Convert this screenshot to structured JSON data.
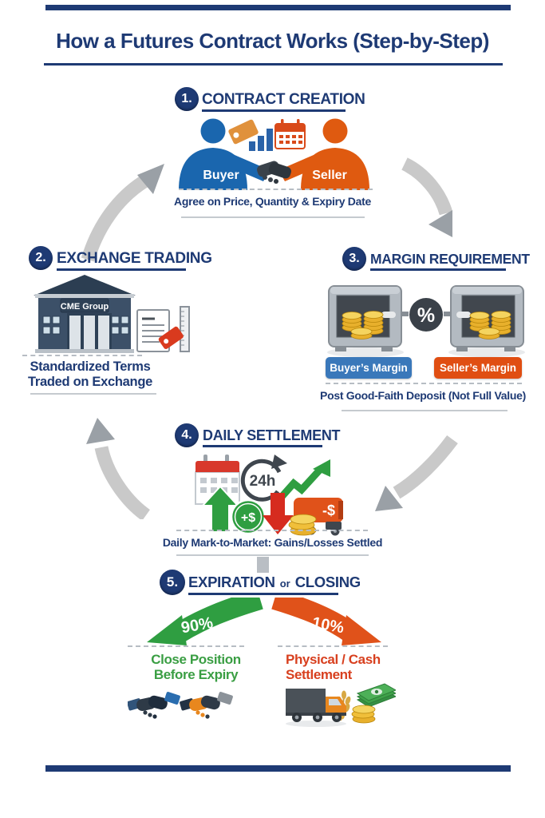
{
  "header": {
    "title": "How a Futures Contract Works (Step-by-Step)"
  },
  "step1": {
    "number": "1.",
    "title": "CONTRACT CREATION",
    "buyer": "Buyer",
    "seller": "Seller",
    "caption": "Agree on Price, Quantity & Expiry Date"
  },
  "step2": {
    "number": "2.",
    "title": "EXCHANGE TRADING",
    "building_sign": "CME Group",
    "caption_line1": "Standardized Terms",
    "caption_line2": "Traded on Exchange"
  },
  "step3": {
    "number": "3.",
    "title": "MARGIN REQUIREMENT",
    "percent": "%",
    "buyer_badge": "Buyer’s Margin",
    "seller_badge": "Seller’s Margin",
    "caption": "Post Good-Faith Deposit (Not Full Value)"
  },
  "step4": {
    "number": "4.",
    "title": "DAILY SETTLEMENT",
    "clock": "24h",
    "gain": "+$",
    "loss": "-$",
    "caption": "Daily Mark-to-Market: Gains/Losses Settled"
  },
  "step5": {
    "number": "5.",
    "title_main": "EXPIRATION",
    "title_or": "or",
    "title_end": "CLOSING",
    "left_percent": "90%",
    "right_percent": "10%",
    "left_line1": "Close Position",
    "left_line2": "Before Expiry",
    "right_line1": "Physical / Cash",
    "right_line2": "Settlement"
  },
  "colors": {
    "navy": "#1e3a74",
    "buyer_blue": "#1a66ae",
    "seller_orange": "#df5a10",
    "badge_blue": "#3a78ba",
    "badge_orange": "#e04e12",
    "green": "#2f9e41",
    "red": "#d62b1f",
    "gold": "#e8b02c",
    "arrow_gray": "#c9c9c9"
  }
}
